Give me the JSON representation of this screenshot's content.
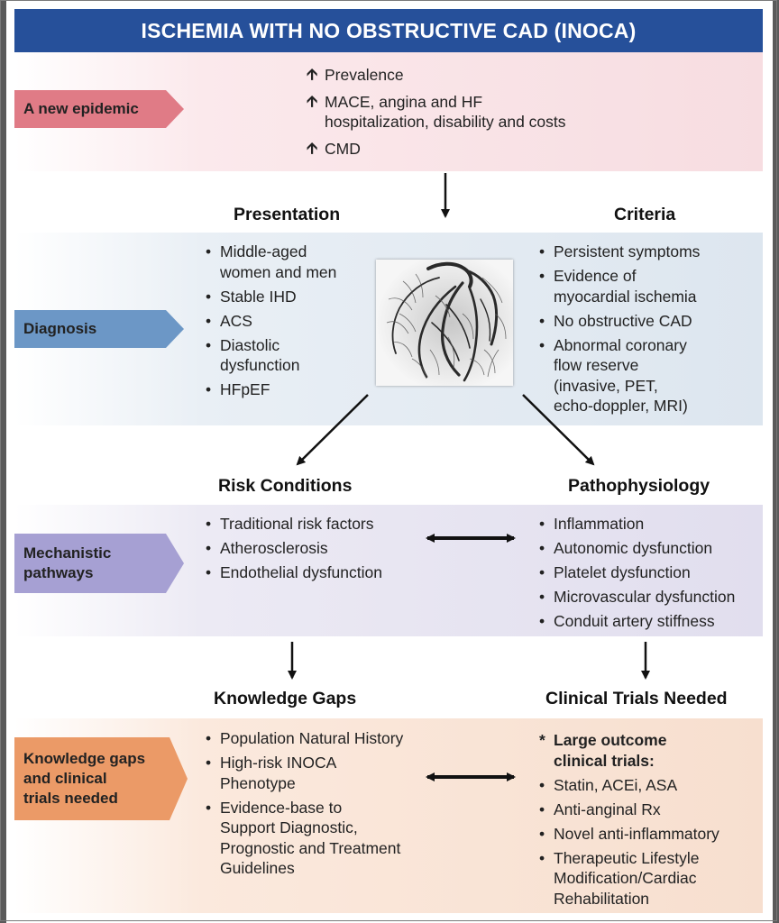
{
  "title": "ISCHEMIA WITH NO OBSTRUCTIVE CAD (INOCA)",
  "sections": {
    "epidemic": {
      "tag": "A new epidemic",
      "items": [
        {
          "icon": "up-arrow-icon",
          "lines": [
            "Prevalence"
          ]
        },
        {
          "icon": "up-arrow-icon",
          "lines": [
            "MACE, angina and HF",
            "hospitalization, disability and costs"
          ]
        },
        {
          "icon": "up-arrow-icon",
          "lines": [
            "CMD"
          ]
        }
      ]
    },
    "diagnosis": {
      "tag": "Diagnosis",
      "presentation": {
        "heading": "Presentation",
        "items": [
          [
            "Middle-aged",
            "women and men"
          ],
          [
            "Stable IHD"
          ],
          [
            "ACS"
          ],
          [
            "Diastolic",
            "dysfunction"
          ],
          [
            "HFpEF"
          ]
        ]
      },
      "criteria": {
        "heading": "Criteria",
        "items": [
          [
            "Persistent symptoms"
          ],
          [
            "Evidence of",
            "myocardial ischemia"
          ],
          [
            "No obstructive CAD"
          ],
          [
            "Abnormal coronary",
            "flow reserve",
            "(invasive, PET,",
            "echo-doppler, MRI)"
          ]
        ]
      }
    },
    "mechanistic": {
      "tag": [
        "Mechanistic",
        "pathways"
      ],
      "risk": {
        "heading": "Risk Conditions",
        "items": [
          [
            "Traditional risk factors"
          ],
          [
            "Atherosclerosis"
          ],
          [
            "Endothelial dysfunction"
          ]
        ]
      },
      "patho": {
        "heading": "Pathophysiology",
        "items": [
          [
            "Inflammation"
          ],
          [
            "Autonomic dysfunction"
          ],
          [
            "Platelet dysfunction"
          ],
          [
            "Microvascular dysfunction"
          ],
          [
            "Conduit artery stiffness"
          ]
        ]
      }
    },
    "gaps": {
      "tag": [
        "Knowledge gaps",
        "and clinical",
        "trials needed"
      ],
      "knowledge": {
        "heading": "Knowledge Gaps",
        "items": [
          [
            "Population Natural History"
          ],
          [
            "High-risk INOCA",
            "Phenotype"
          ],
          [
            "Evidence-base to",
            "Support Diagnostic,",
            "Prognostic and Treatment",
            "Guidelines"
          ]
        ]
      },
      "trials": {
        "heading": "Clinical Trials Needed",
        "star_item": [
          "Large outcome",
          "clinical trials:"
        ],
        "items": [
          [
            "Statin, ACEi, ASA"
          ],
          [
            "Anti-anginal Rx"
          ],
          [
            "Novel anti-inflammatory"
          ],
          [
            "Therapeutic Lifestyle",
            "Modification/Cardiac",
            "Rehabilitation"
          ]
        ]
      }
    }
  },
  "colors": {
    "title_bar": "#26509a",
    "epidemic_tag": "#e07b86",
    "diagnosis_tag": "#6c97c6",
    "mechanistic_tag": "#a6a0d3",
    "gaps_tag": "#eb9a67"
  }
}
